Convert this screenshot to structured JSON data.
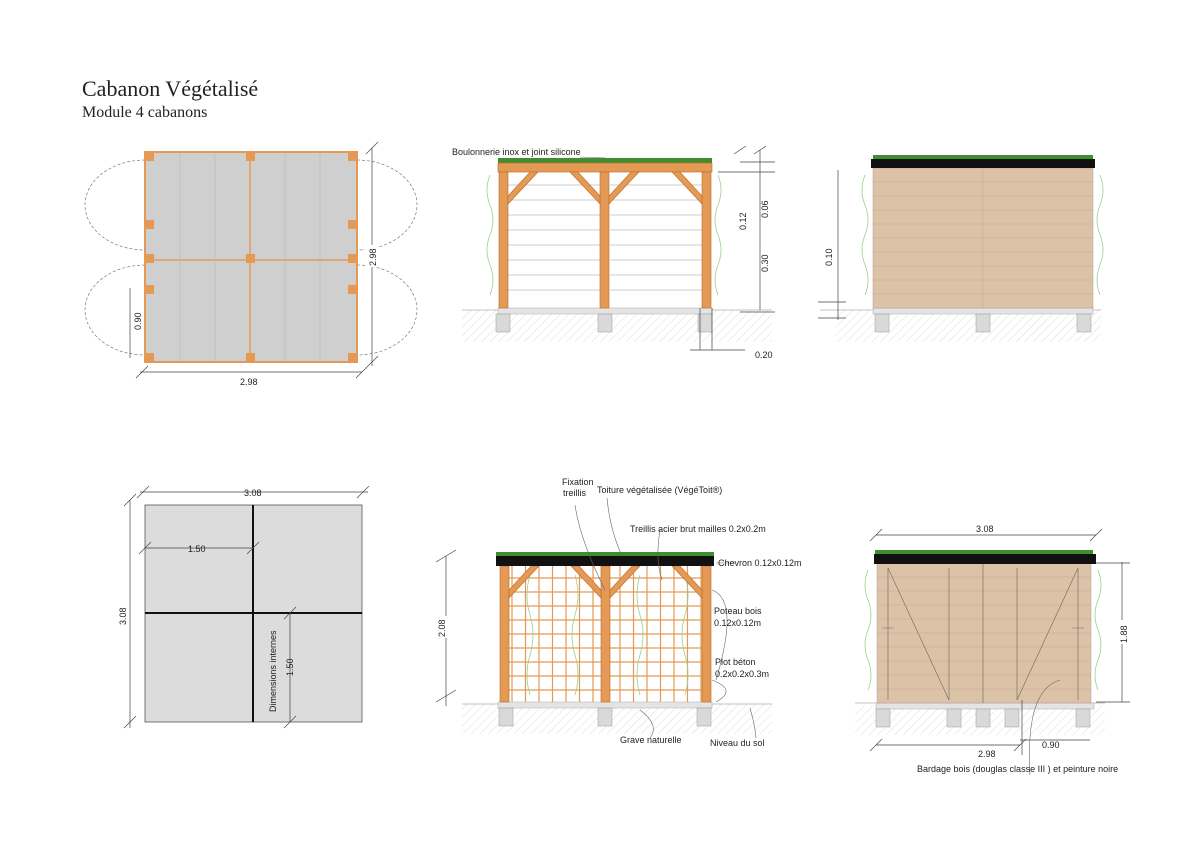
{
  "header": {
    "title": "Cabanon Végétalisé",
    "subtitle": "Module 4 cabanons"
  },
  "plan_view": {
    "dim_width": "2.98",
    "dim_depth": "2.98",
    "dim_door": "0.90"
  },
  "front_elevation": {
    "label_bolts": "Boulonnerie inox et joint silicone",
    "dim_roof_a": "0.12",
    "dim_roof_b": "0.06",
    "dim_mid": "0.30",
    "dim_plot": "0.20"
  },
  "side_elevation": {
    "dim_gap": "0.10"
  },
  "interior_plan": {
    "dim_width": "3.08",
    "dim_depth": "3.08",
    "dim_half_h": "1.50",
    "dim_half_v": "1.50",
    "label_internal": "Dimensions internes"
  },
  "trellis_elevation": {
    "label_fixation": "Fixation treillis",
    "label_fixation_1": "Fixation",
    "label_fixation_2": "treillis",
    "label_roof": "Toiture végétalisée (VégéToit®)",
    "label_trellis": "Treillis acier brut mailles 0.2x0.2m",
    "label_rafter": "Chevron 0.12x0.12m",
    "label_post_1": "Poteau bois",
    "label_post_2": "0.12x0.12m",
    "label_plot_1": "Plot béton",
    "label_plot_2": "0.2x0.2x0.3m",
    "label_gravel": "Grave naturelle",
    "label_ground": "Niveau du sol",
    "dim_height": "2.08"
  },
  "door_elevation": {
    "dim_width": "3.08",
    "dim_height": "1.88",
    "dim_base": "2.98",
    "dim_door": "0.90",
    "label_cladding": "Bardage bois (douglas classe III ) et peinture noire"
  }
}
